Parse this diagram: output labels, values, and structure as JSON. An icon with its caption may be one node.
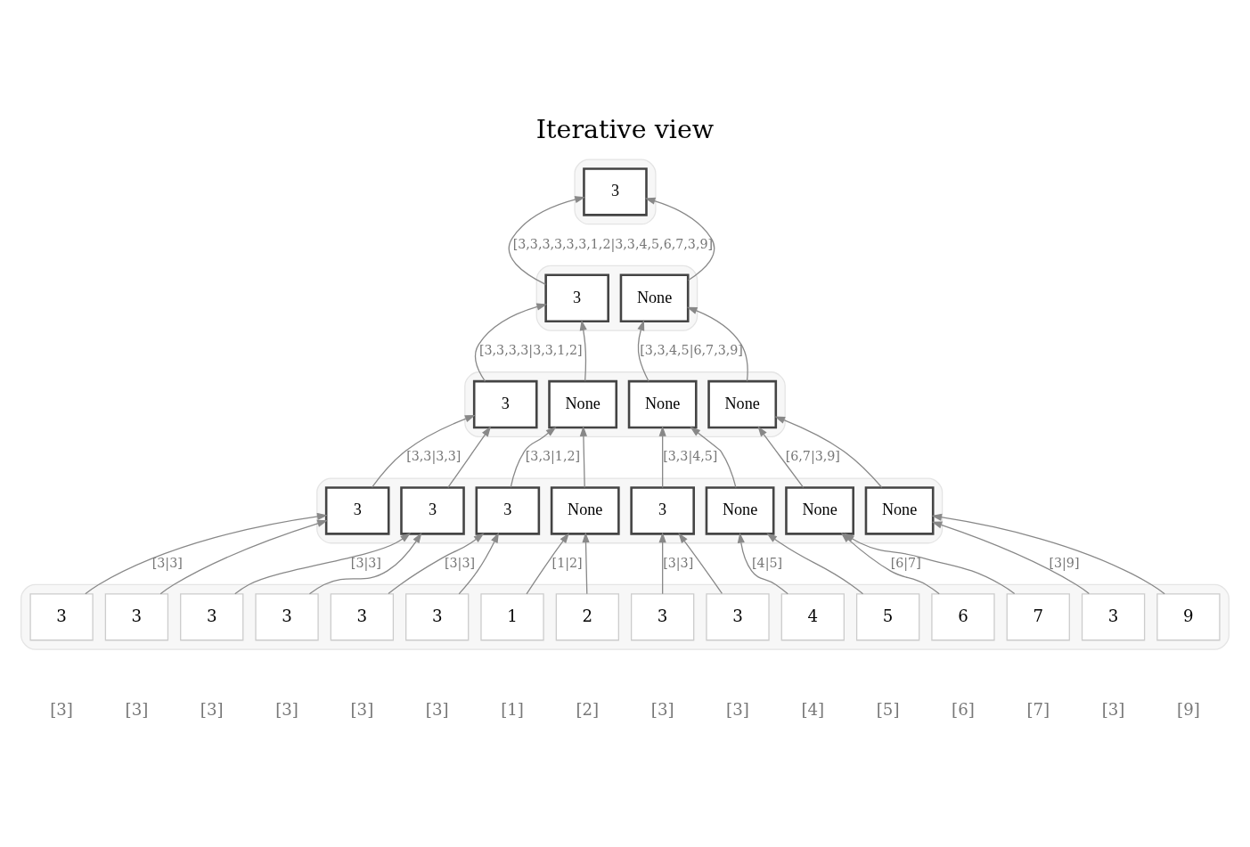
{
  "diagram": {
    "title": "Iterative view",
    "nodes": [
      {
        "text": [],
        "shape": "box"
      },
      {
        "text": [
          "3"
        ],
        "in": 0
      },
      {
        "text": [],
        "shape": "box"
      },
      {
        "text": [
          "3"
        ],
        "in": 2
      },
      {
        "text": [
          "None"
        ],
        "in": 2
      },
      {
        "text": [],
        "shape": "box"
      },
      {
        "text": [
          "3"
        ],
        "in": 5
      },
      {
        "text": [
          "None"
        ],
        "in": 5
      },
      {
        "text": [
          "None"
        ],
        "in": 5
      },
      {
        "text": [
          "None"
        ],
        "in": 5
      },
      {
        "text": [],
        "shape": "box"
      },
      {
        "text": [
          "3"
        ],
        "in": 10
      },
      {
        "text": [
          "3"
        ],
        "in": 10
      },
      {
        "text": [
          "3"
        ],
        "in": 10
      },
      {
        "text": [
          "None"
        ],
        "in": 10
      },
      {
        "text": [
          "3"
        ],
        "in": 10
      },
      {
        "text": [
          "None"
        ],
        "in": 10
      },
      {
        "text": [
          "None"
        ],
        "in": 10
      },
      {
        "text": [
          "None"
        ],
        "in": 10
      },
      {
        "text": [],
        "shape": "box"
      },
      {
        "text": [
          "3"
        ],
        "in": 19,
        "beside": [
          "[3]"
        ]
      },
      {
        "text": [
          "3"
        ],
        "in": 19,
        "beside": [
          "[3]"
        ]
      },
      {
        "text": [
          "3"
        ],
        "in": 19,
        "beside": [
          "[3]"
        ]
      },
      {
        "text": [
          "3"
        ],
        "in": 19,
        "beside": [
          "[3]"
        ]
      },
      {
        "text": [
          "3"
        ],
        "in": 19,
        "beside": [
          "[3]"
        ]
      },
      {
        "text": [
          "3"
        ],
        "in": 19,
        "beside": [
          "[3]"
        ]
      },
      {
        "text": [
          "1"
        ],
        "in": 19,
        "beside": [
          "[1]"
        ]
      },
      {
        "text": [
          "2"
        ],
        "in": 19,
        "beside": [
          "[2]"
        ]
      },
      {
        "text": [
          "3"
        ],
        "in": 19,
        "beside": [
          "[3]"
        ]
      },
      {
        "text": [
          "3"
        ],
        "in": 19,
        "beside": [
          "[3]"
        ]
      },
      {
        "text": [
          "4"
        ],
        "in": 19,
        "beside": [
          "[4]"
        ]
      },
      {
        "text": [
          "5"
        ],
        "in": 19,
        "beside": [
          "[5]"
        ]
      },
      {
        "text": [
          "6"
        ],
        "in": 19,
        "beside": [
          "[6]"
        ]
      },
      {
        "text": [
          "7"
        ],
        "in": 19,
        "beside": [
          "[7]"
        ]
      },
      {
        "text": [
          "3"
        ],
        "in": 19,
        "beside": [
          "[3]"
        ]
      },
      {
        "text": [
          "9"
        ],
        "in": 19,
        "beside": [
          "[9]"
        ]
      }
    ],
    "edges": [
      {
        "from": 3,
        "to": 1,
        "arrow": "to",
        "label": "[3,3,3,3,3,3,1,2|3,3,4,5,6,7,3,9]"
      },
      {
        "from": 4,
        "to": 1,
        "arrow": "to"
      },
      {
        "from": 6,
        "to": 3,
        "arrow": "to",
        "label": "[3,3,3,3|3,3,1,2]"
      },
      {
        "from": 7,
        "to": 3,
        "arrow": "to"
      },
      {
        "from": 8,
        "to": 4,
        "arrow": "to",
        "label": "[3,3,4,5|6,7,3,9]"
      },
      {
        "from": 9,
        "to": 4,
        "arrow": "to"
      },
      {
        "from": 11,
        "to": 6,
        "arrow": "to",
        "label": "[3,3|3,3]"
      },
      {
        "from": 12,
        "to": 6,
        "arrow": "to"
      },
      {
        "from": 13,
        "to": 7,
        "arrow": "to",
        "label": "[3,3|1,2]"
      },
      {
        "from": 14,
        "to": 7,
        "arrow": "to"
      },
      {
        "from": 15,
        "to": 8,
        "arrow": "to",
        "label": "[3,3|4,5]"
      },
      {
        "from": 16,
        "to": 8,
        "arrow": "to"
      },
      {
        "from": 17,
        "to": 9,
        "arrow": "to",
        "label": "[6,7|3,9]"
      },
      {
        "from": 18,
        "to": 9,
        "arrow": "to"
      },
      {
        "from": 20,
        "to": 11,
        "arrow": "to",
        "label": "[3|3]"
      },
      {
        "from": 21,
        "to": 11,
        "arrow": "to"
      },
      {
        "from": 22,
        "to": 12,
        "arrow": "to",
        "label": "[3|3]"
      },
      {
        "from": 23,
        "to": 12,
        "arrow": "to"
      },
      {
        "from": 24,
        "to": 13,
        "arrow": "to",
        "label": "[3|3]"
      },
      {
        "from": 25,
        "to": 13,
        "arrow": "to"
      },
      {
        "from": 26,
        "to": 14,
        "arrow": "to",
        "label": "[1|2]"
      },
      {
        "from": 27,
        "to": 14,
        "arrow": "to"
      },
      {
        "from": 28,
        "to": 15,
        "arrow": "to",
        "label": "[3|3]"
      },
      {
        "from": 29,
        "to": 15,
        "arrow": "to"
      },
      {
        "from": 30,
        "to": 16,
        "arrow": "to",
        "label": "[4|5]"
      },
      {
        "from": 31,
        "to": 16,
        "arrow": "to"
      },
      {
        "from": 32,
        "to": 17,
        "arrow": "to",
        "label": "[6|7]"
      },
      {
        "from": 33,
        "to": 17,
        "arrow": "to"
      },
      {
        "from": 34,
        "to": 18,
        "arrow": "to",
        "label": "[3|9]"
      },
      {
        "from": 35,
        "to": 18,
        "arrow": "to"
      }
    ]
  }
}
